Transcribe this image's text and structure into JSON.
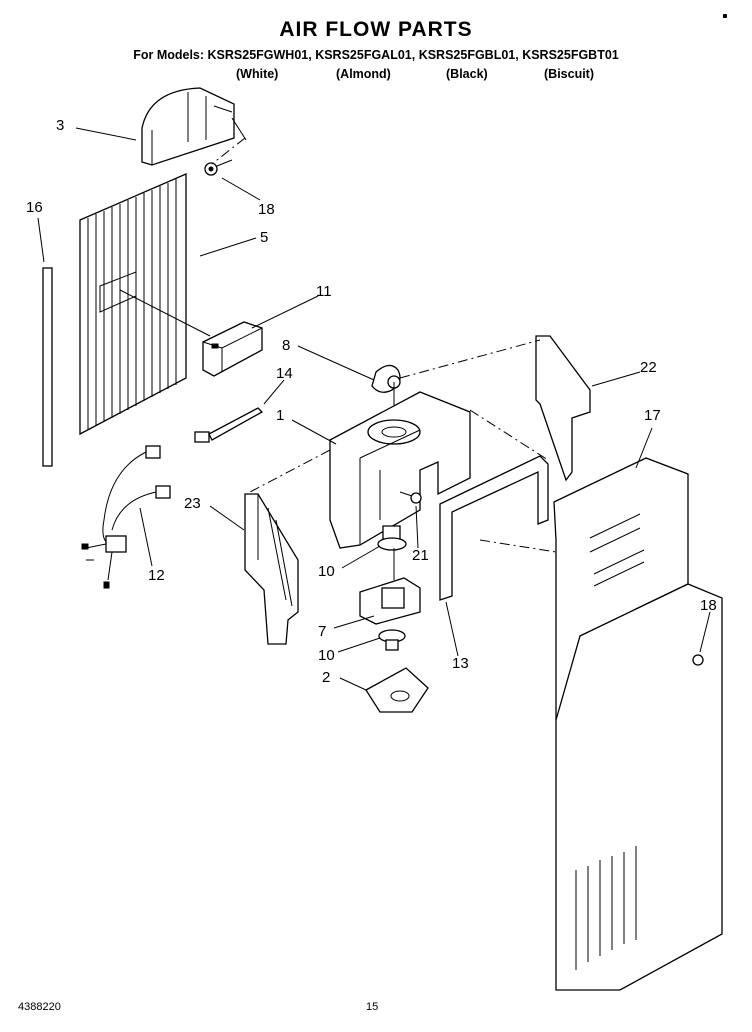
{
  "header": {
    "title": "AIR FLOW PARTS",
    "models_line": "For Models: KSRS25FGWH01, KSRS25FGAL01, KSRS25FGBL01, KSRS25FGBT01",
    "colors": [
      "(White)",
      "(Almond)",
      "(Black)",
      "(Biscuit)"
    ]
  },
  "callouts": {
    "c3": "3",
    "c18a": "18",
    "c16": "16",
    "c5": "5",
    "c11": "11",
    "c8": "8",
    "c22": "22",
    "c14": "14",
    "c1": "1",
    "c17": "17",
    "c23": "23",
    "c12": "12",
    "c21": "21",
    "c10a": "10",
    "c18b": "18",
    "c7": "7",
    "c10b": "10",
    "c13": "13",
    "c2": "2"
  },
  "footer": {
    "doc_number": "4388220",
    "page_number": "15"
  }
}
